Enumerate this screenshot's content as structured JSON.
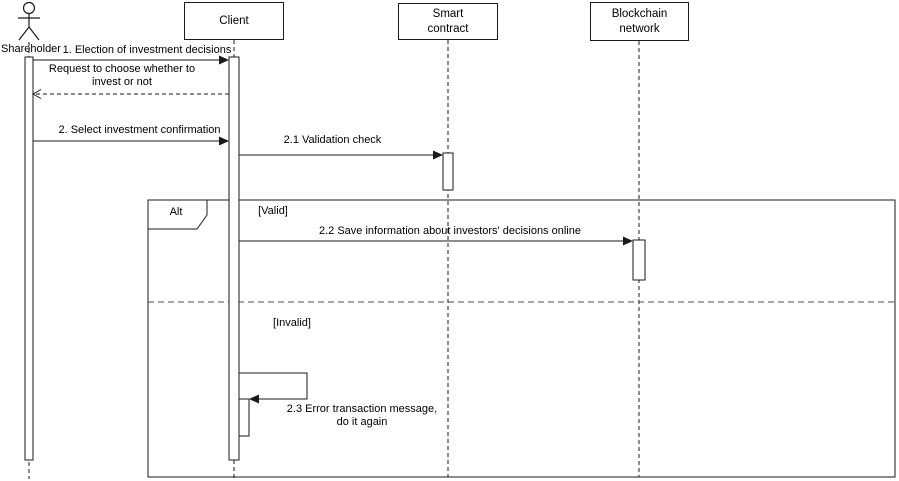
{
  "actor": {
    "label": "Shareholder"
  },
  "participants": [
    {
      "label": "Client"
    },
    {
      "label": "Smart contract"
    },
    {
      "label": "Blockchain network"
    }
  ],
  "fragment": {
    "operator": "Alt",
    "guards": {
      "valid": "[Valid]",
      "invalid": "[Invalid]"
    }
  },
  "messages": {
    "m1": "1. Election of investment decisions",
    "m1_return": {
      "line1": "Request to choose whether to",
      "line2": "invest or not"
    },
    "m2": "2. Select investment confirmation",
    "m2_1": "2.1 Validation check",
    "m2_2": "2.2 Save information about investors' decisions online",
    "m2_3": {
      "line1": "2.3 Error transaction message,",
      "line2": "do it again"
    }
  },
  "colors": {
    "stroke": "#1a1a1a",
    "divider": "#4a4a4a",
    "background": "#ffffff"
  }
}
